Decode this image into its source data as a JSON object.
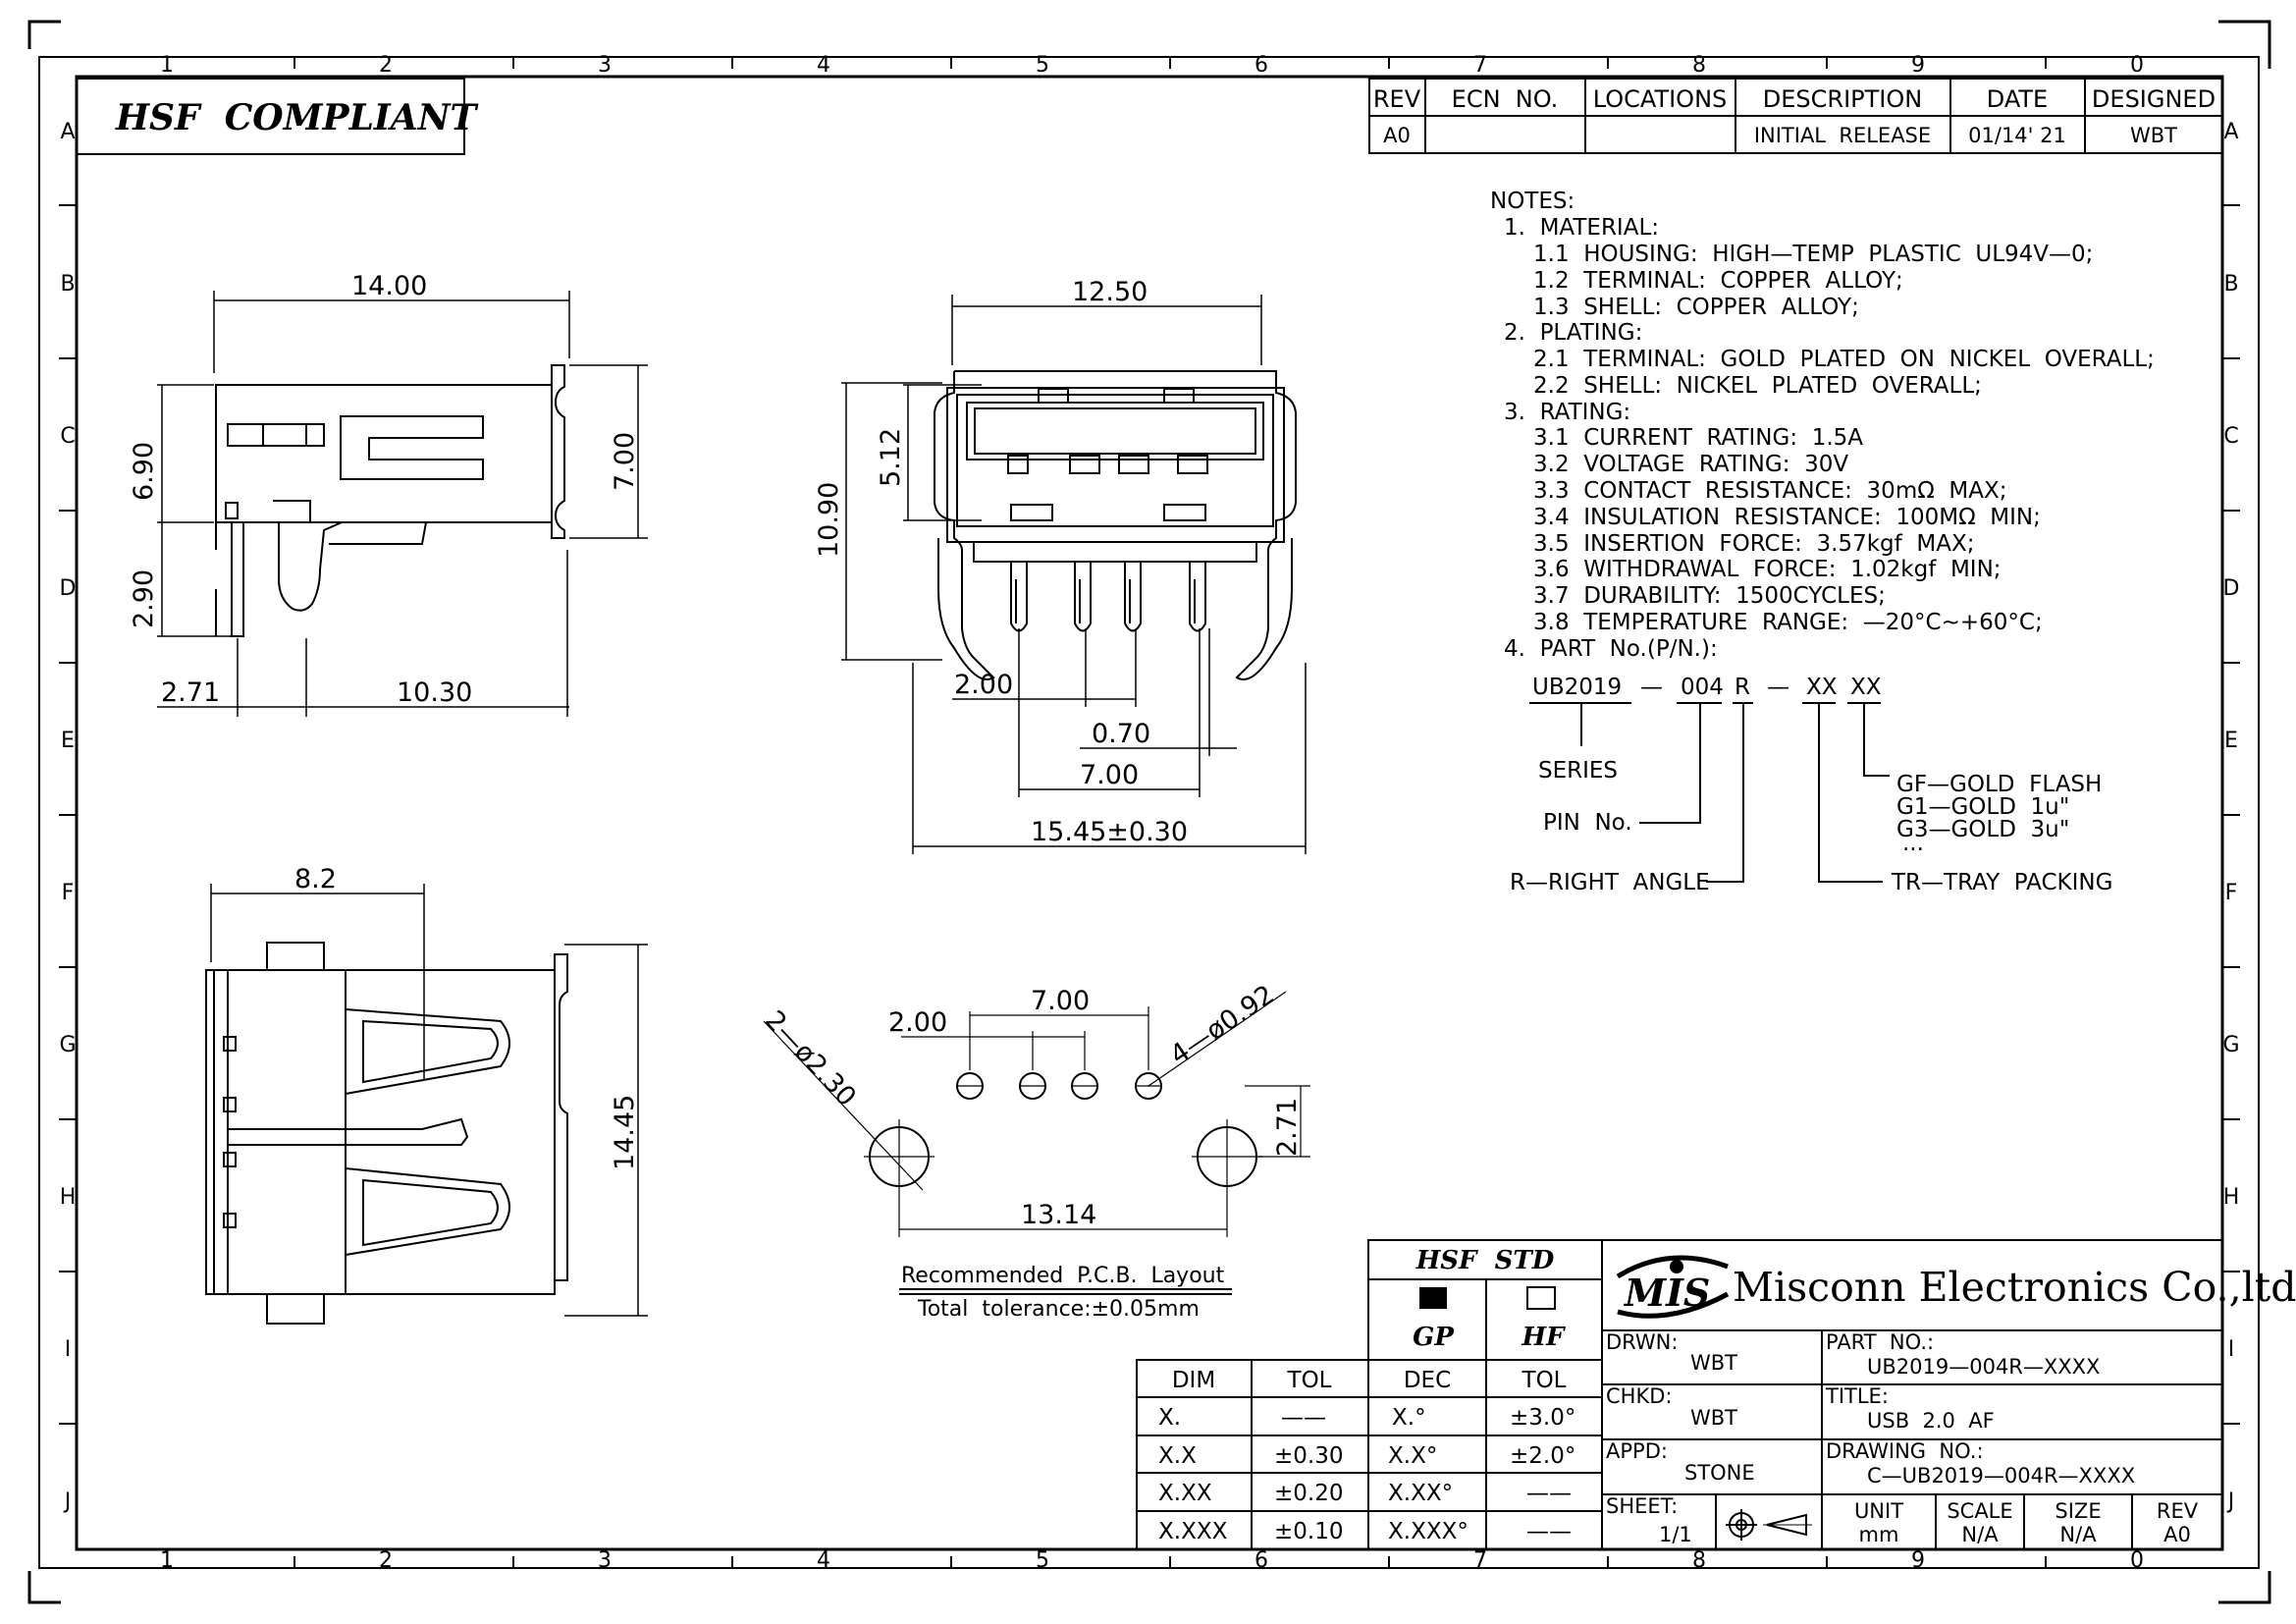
{
  "zone_columns": [
    "1",
    "2",
    "3",
    "4",
    "5",
    "6",
    "7",
    "8",
    "9",
    "0"
  ],
  "zone_rows": [
    "A",
    "B",
    "C",
    "D",
    "E",
    "F",
    "G",
    "H",
    "I",
    "J"
  ],
  "compliance_label": "HSF  COMPLIANT",
  "revision_table": {
    "headers": [
      "REV",
      "ECN  NO.",
      "LOCATIONS",
      "DESCRIPTION",
      "DATE",
      "DESIGNED"
    ],
    "row": [
      "A0",
      "",
      "",
      "INITIAL  RELEASE",
      "01/14' 21",
      "WBT"
    ]
  },
  "notes": {
    "heading": "NOTES:",
    "lines": [
      "1.  MATERIAL:",
      "1.1  HOUSING:  HIGH—TEMP  PLASTIC  UL94V—0;",
      "1.2  TERMINAL:  COPPER  ALLOY;",
      "1.3  SHELL:  COPPER  ALLOY;",
      "2.  PLATING:",
      "2.1  TERMINAL:  GOLD  PLATED  ON  NICKEL  OVERALL;",
      "2.2  SHELL:  NICKEL  PLATED  OVERALL;",
      "3.  RATING:",
      "3.1  CURRENT  RATING:  1.5A",
      "3.2  VOLTAGE  RATING:  30V",
      "3.3  CONTACT  RESISTANCE:  30mΩ  MAX;",
      "3.4  INSULATION  RESISTANCE:  100MΩ  MIN;",
      "3.5  INSERTION  FORCE:  3.57kgf  MAX;",
      "3.6  WITHDRAWAL  FORCE:  1.02kgf  MIN;",
      "3.7  DURABILITY:  1500CYCLES;",
      "3.8  TEMPERATURE  RANGE:  —20°C~+60°C;",
      "4.  PART  No.(P/N.):"
    ]
  },
  "part_number_breakdown": {
    "parts": [
      "UB2019",
      "—",
      "004",
      "R",
      "—",
      "XX",
      "XX"
    ],
    "series": "SERIES",
    "pin_no": "PIN  No.",
    "right_angle": "R—RIGHT  ANGLE",
    "tray": "TR—TRAY  PACKING",
    "plating_options": [
      "GF—GOLD  FLASH",
      "G1—GOLD  1u\"",
      "G3—GOLD  3u\"",
      "..."
    ]
  },
  "dimensions": {
    "side_top": {
      "width": "14.00",
      "h1": "6.90",
      "h2": "7.00",
      "h3": "2.90",
      "w1": "2.71",
      "w2": "10.30"
    },
    "front": {
      "width": "12.50",
      "height": "10.90",
      "h1": "5.12",
      "pitch": "2.00",
      "pin": "0.70",
      "span": "7.00",
      "overall": "15.45±0.30"
    },
    "side_bottom": {
      "width": "8.2",
      "height": "14.45"
    },
    "pcb": {
      "pitch": "2.00",
      "span": "7.00",
      "hole": "4—ø0.92",
      "boss": "2—ø2.30",
      "offset": "2.71",
      "boss_span": "13.14"
    }
  },
  "pcb_caption": [
    "Recommended  P.C.B.  Layout",
    "Total  tolerance:±0.05mm"
  ],
  "tolerance_table": {
    "headers": [
      "DIM",
      "TOL",
      "DEC",
      "TOL"
    ],
    "rows": [
      [
        "X.",
        "——",
        "X.°",
        "±3.0°"
      ],
      [
        "X.X",
        "±0.30",
        "X.X°",
        "±2.0°"
      ],
      [
        "X.XX",
        "±0.20",
        "X.XX°",
        "——"
      ],
      [
        "X.XXX",
        "±0.10",
        "X.XXX°",
        "——"
      ]
    ]
  },
  "hsf_std": {
    "title": "HSF  STD",
    "gp": "GP",
    "hf": "HF"
  },
  "company": {
    "logo": "MIS",
    "name": "Misconn Electronics Co.,ltd."
  },
  "title_block": {
    "drwn_label": "DRWN:",
    "drwn": "WBT",
    "chkd_label": "CHKD:",
    "chkd": "WBT",
    "appd_label": "APPD:",
    "appd": "STONE",
    "sheet_label": "SHEET:",
    "sheet": "1/1",
    "part_no_label": "PART  NO.:",
    "part_no": "UB2019—004R—XXXX",
    "title_label": "TITLE:",
    "title": "USB  2.0  AF",
    "drawing_no_label": "DRAWING  NO.:",
    "drawing_no": "C—UB2019—004R—XXXX",
    "unit_label": "UNIT",
    "unit": "mm",
    "scale_label": "SCALE",
    "scale": "N/A",
    "size_label": "SIZE",
    "size": "N/A",
    "rev_label": "REV",
    "rev": "A0"
  }
}
